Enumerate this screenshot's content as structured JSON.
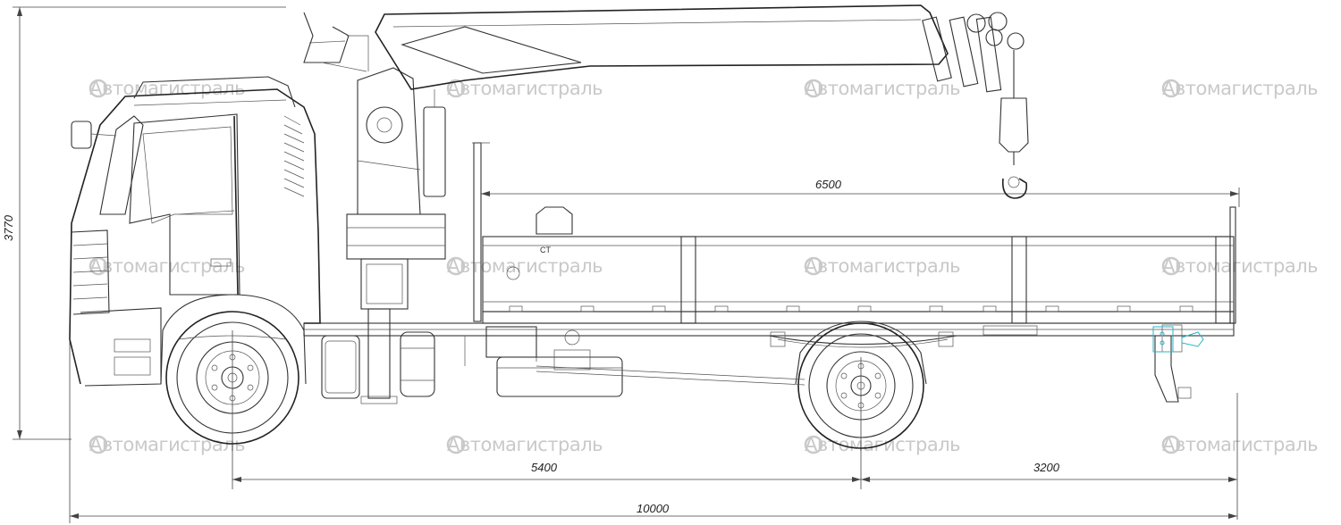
{
  "dimensions": {
    "height": "3770",
    "body_length": "6500",
    "wheelbase": "5400",
    "rear_overhang": "3200",
    "overall_length": "10000"
  },
  "watermark": {
    "text": "Автомагистраль",
    "color": "#c9c9c9"
  },
  "body_logo": "CT",
  "colors": {
    "line": "#333333",
    "accent": "#2bb3c8"
  }
}
